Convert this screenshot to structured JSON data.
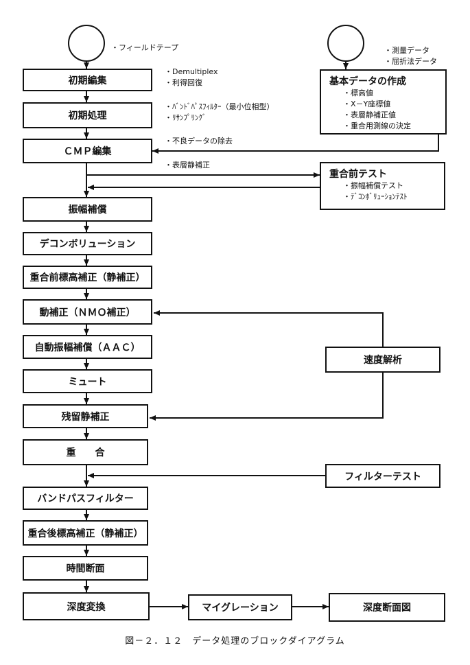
{
  "inputs": {
    "field_tape": "・フィールドテープ",
    "survey": [
      "・測量データ",
      "・屈折法データ"
    ]
  },
  "basic_data": {
    "title": "基本データの作成",
    "items": [
      "・標高値",
      "・X－Y座標値",
      "・表層静補正値",
      "・重合用測線の決定"
    ]
  },
  "pre_stack_test": {
    "title": "重合前テスト",
    "items": [
      "・振幅補償テスト",
      "・ﾃﾞｺﾝﾎﾞﾘｭｰｼｮﾝﾃｽﾄ"
    ]
  },
  "notes": {
    "initial_edit": [
      "・Demultiplex",
      "・利得回復"
    ],
    "initial_proc": [
      "・ﾊﾞﾝﾄﾞﾊﾟｽﾌｨﾙﾀｰ（最小位相型）",
      "・ﾘｻﾝﾌﾟﾘﾝｸﾞ"
    ],
    "cmp_before": "・不良データの除去",
    "cmp_after": "・表層静補正"
  },
  "steps": [
    "初期編集",
    "初期処理",
    "ＣＭＰ編集",
    "振幅補償",
    "デコンボリューション",
    "重合前標高補正（静補正）",
    "動補正（ＮＭＯ補正）",
    "自動振幅補償（ＡＡＣ）",
    "ミュート",
    "残留静補正",
    "重　　合",
    "バンドパスフィルター",
    "重合後標高補正（静補正）",
    "時間断面",
    "深度変換"
  ],
  "velocity_analysis": "速度解析",
  "filter_test": "フィルターテスト",
  "migration": "マイグレーション",
  "depth_section": "深度断面図",
  "caption": "図－２．１２　データ処理のブロックダイアグラム"
}
